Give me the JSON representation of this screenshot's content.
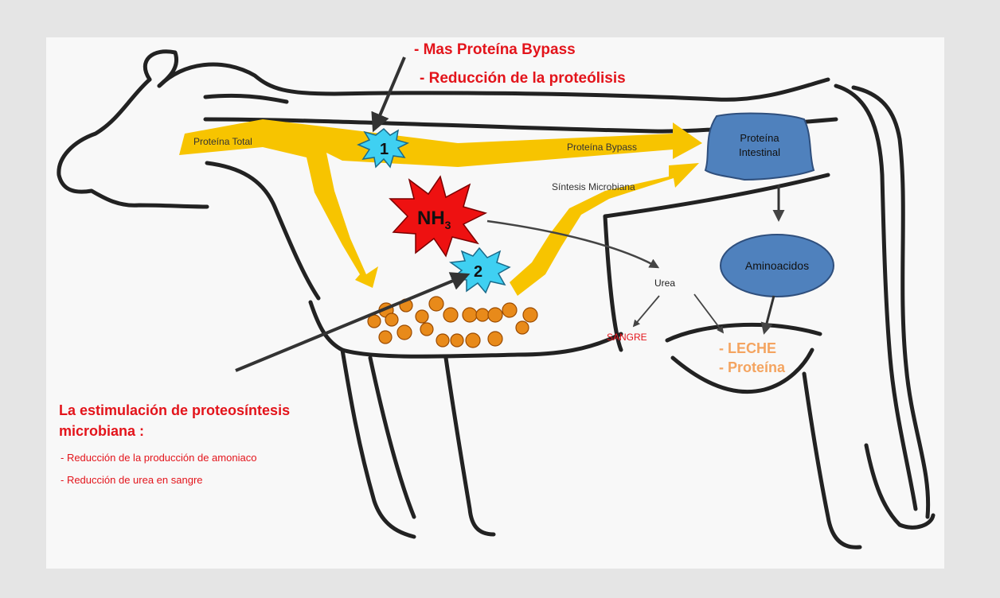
{
  "top_notes": [
    "- Mas Proteína Bypass",
    "- Reducción de la proteólisis"
  ],
  "flows": {
    "total": "Proteína Total",
    "bypass": "Proteína Bypass",
    "microbial": "Síntesis Microbiana"
  },
  "markers": {
    "one": "1",
    "two": "2",
    "ammonia": "NH",
    "ammonia_sub": "3"
  },
  "nodes": {
    "intestinal": [
      "Proteína",
      "Intestinal"
    ],
    "amino": "Aminoacidos",
    "urea": "Urea",
    "blood": "SANGRE"
  },
  "outputs": [
    "- LECHE",
    "- Proteína"
  ],
  "bottom_note": {
    "title": [
      "La estimulación de proteosíntesis",
      "microbiana :"
    ],
    "items": [
      "- Reducción de la producción de amoniaco",
      "- Reducción de urea en sangre"
    ]
  },
  "colors": {
    "flow": "#f7c400",
    "star_blue": "#3fd0f2",
    "star_red": "#ee1111",
    "node_blue": "#4f81bd",
    "red_text": "#e3141b",
    "orange_text": "#f4a460",
    "microbe": "#e88a1a"
  }
}
